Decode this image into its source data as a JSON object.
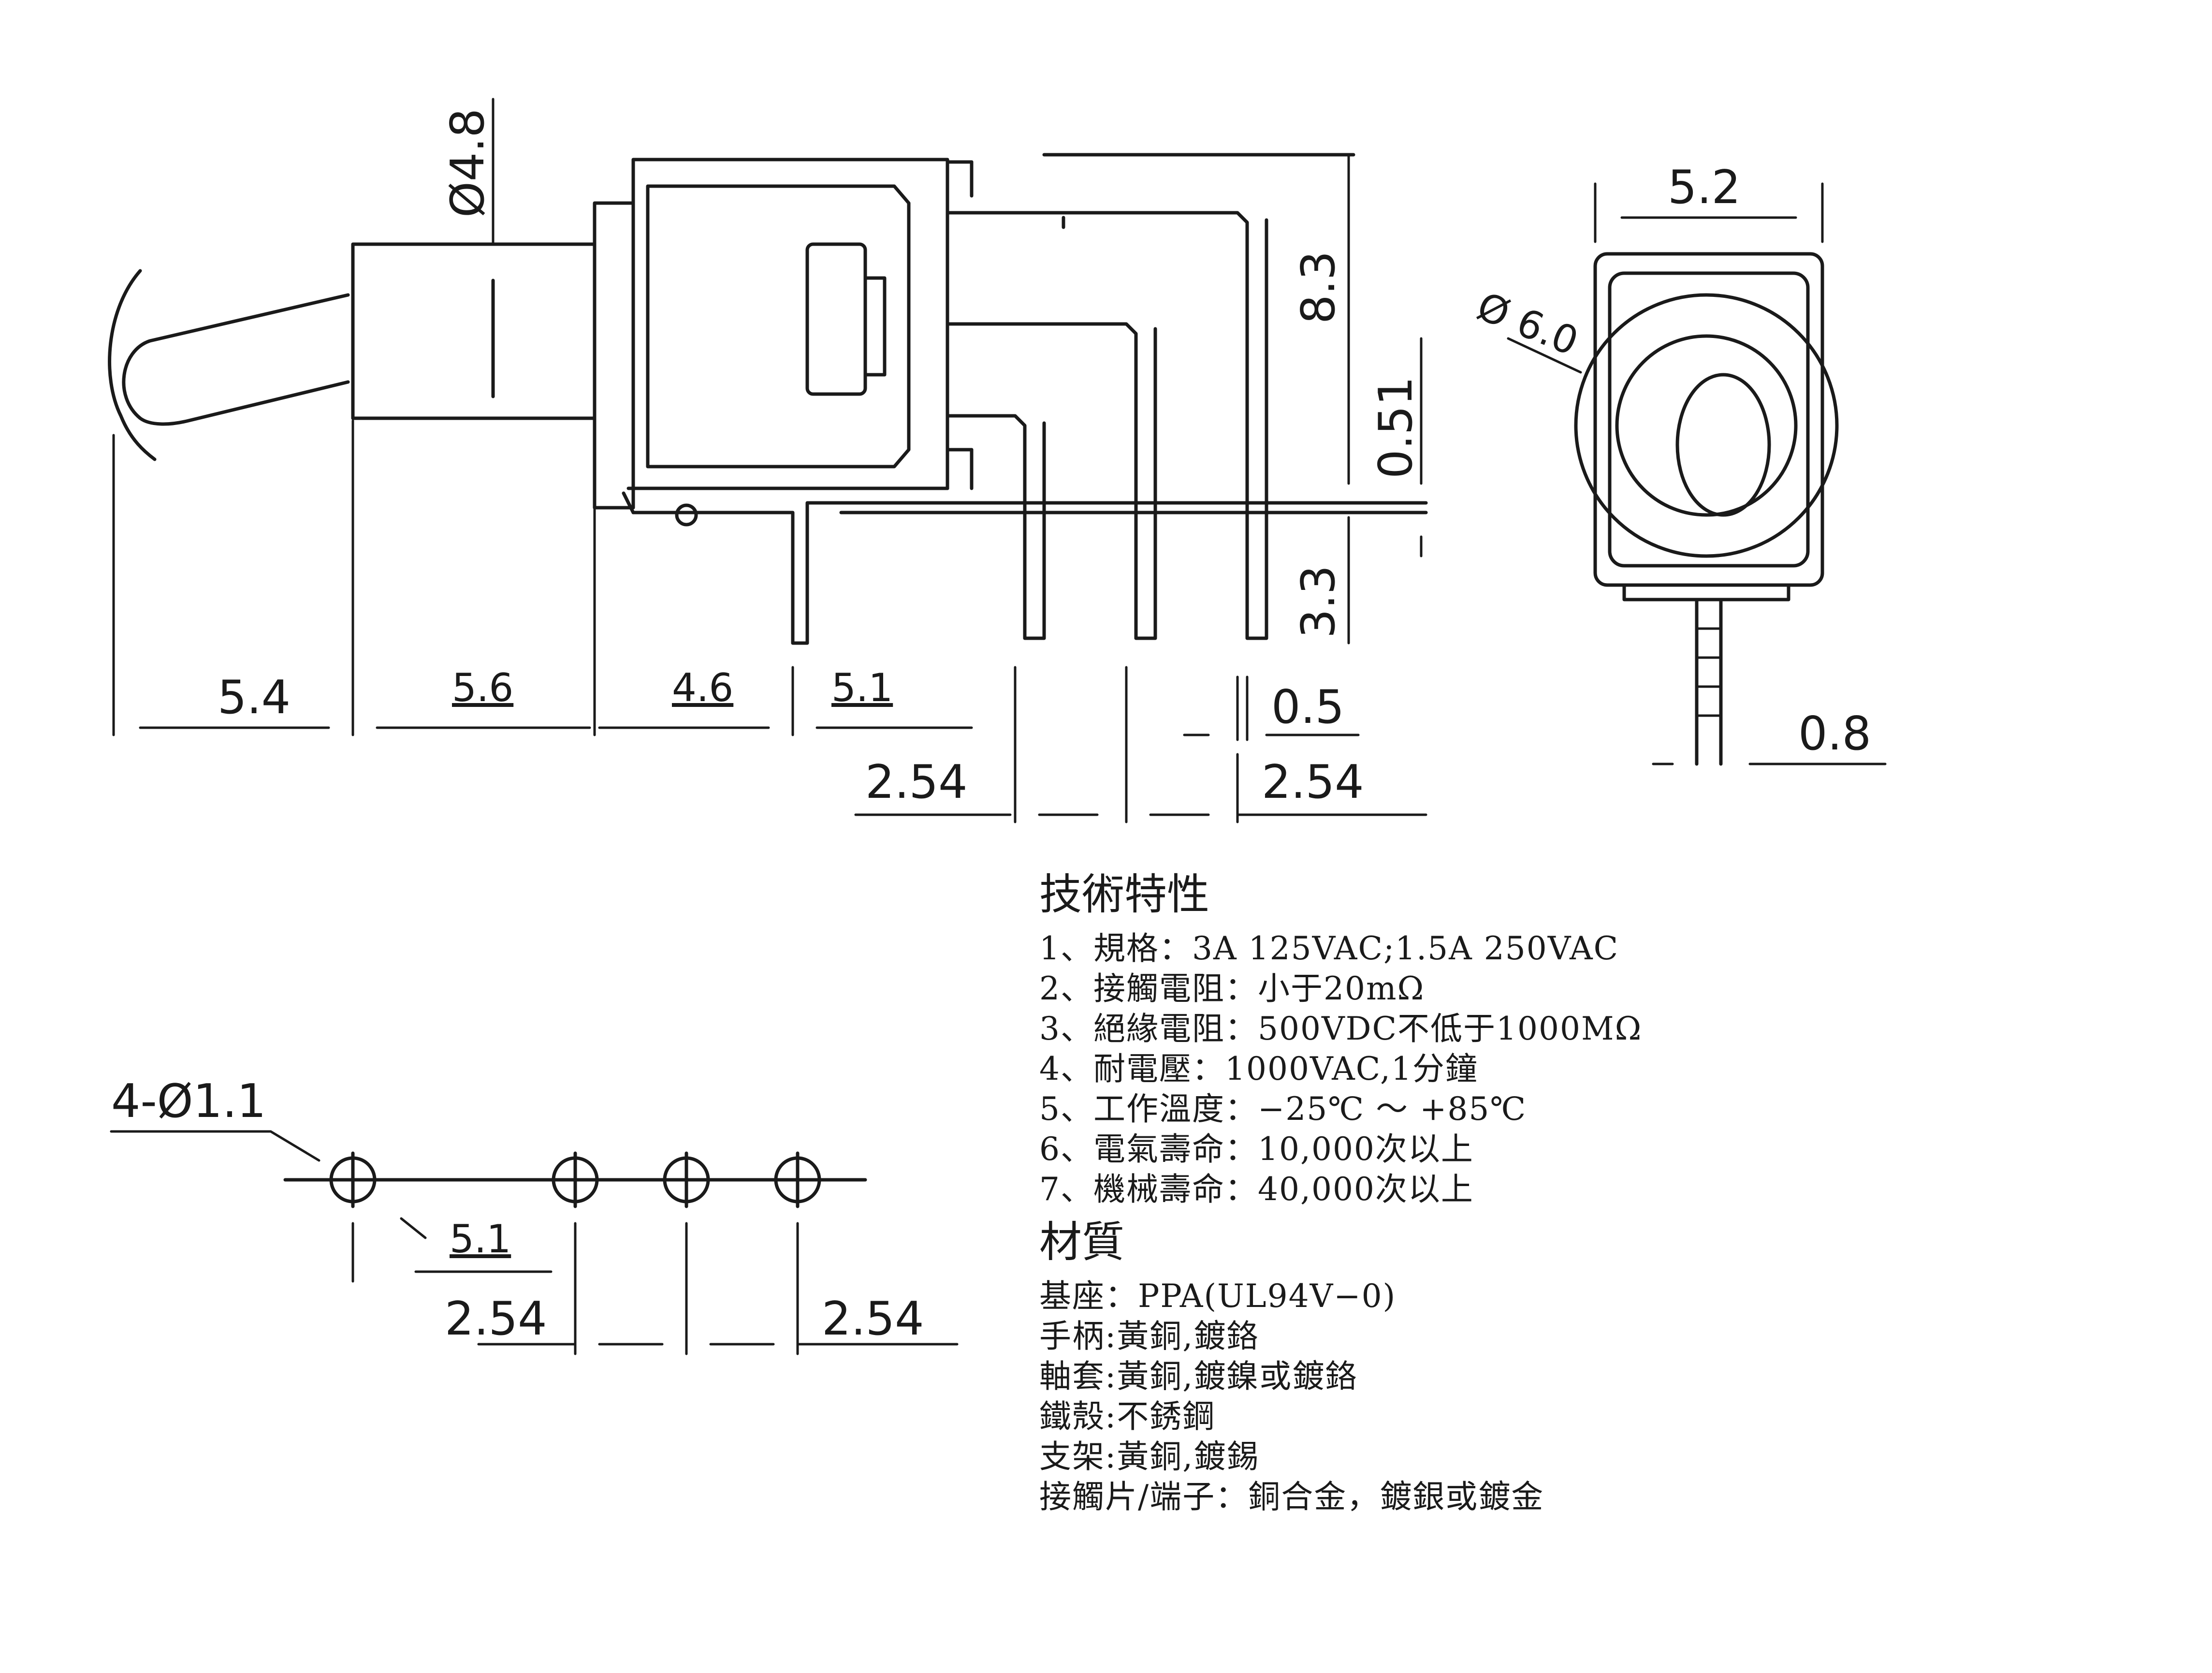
{
  "dimensions": {
    "d_handle": "Ø4.8",
    "h_body": "8.3",
    "h_pcb": "0.51",
    "h_pin": "3.3",
    "len_handle": "5.4",
    "len_bushing": "5.6",
    "len_body": "4.6",
    "len_pin": "5.1",
    "pin_w": "0.5",
    "pitch_left": "2.54",
    "pitch_right": "2.54",
    "front_w": "5.2",
    "front_d": "Ø 6.0",
    "front_pin": "0.8",
    "holes_label": "4-Ø1.1",
    "holes_5_1": "5.1",
    "holes_pitch_left": "2.54",
    "holes_pitch_right": "2.54"
  },
  "specs": {
    "title": "技術特性",
    "items": [
      "1、規格：3A 125VAC;1.5A 250VAC",
      "2、接觸電阻：小于20mΩ",
      "3、絕緣電阻：500VDC不低于1000MΩ",
      "4、耐電壓：1000VAC,1分鐘",
      "5、工作溫度：−25℃ ～ +85℃",
      "6、電氣壽命：10,000次以上",
      "7、機械壽命：40,000次以上"
    ]
  },
  "materials": {
    "title": "材質",
    "items": [
      "基座：PPA(UL94V−0)",
      "手柄:黃銅,鍍鉻",
      "軸套:黃銅,鍍鎳或鍍鉻",
      "鐵殼:不銹鋼",
      "支架:黃銅,鍍錫",
      "接觸片/端子：銅合金，鍍銀或鍍金"
    ]
  }
}
